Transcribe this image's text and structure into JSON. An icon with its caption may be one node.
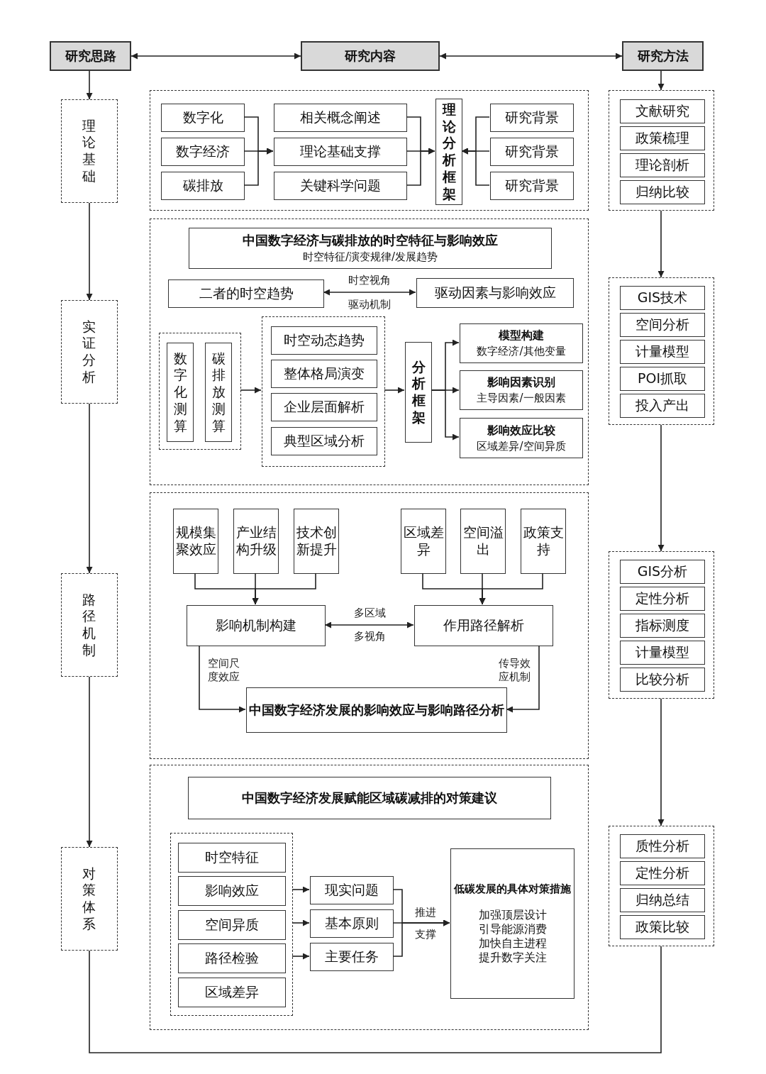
{
  "diagram": {
    "nodes": [
      {
        "text": [
          "研究思路"
        ]
      },
      {
        "text": [
          "研究内容"
        ]
      },
      {
        "text": [
          "研究方法"
        ]
      },
      {
        "text": [
          "理论基础"
        ]
      },
      {
        "text": [
          "实证分析"
        ]
      },
      {
        "text": [
          "路径机制"
        ]
      },
      {
        "text": [
          "对策体系"
        ]
      },
      {
        "text": [],
        "shape": "box"
      },
      {
        "text": [
          "数字化"
        ],
        "in": 7
      },
      {
        "text": [
          "数字经济"
        ],
        "in": 7
      },
      {
        "text": [
          "碳排放"
        ],
        "in": 7
      },
      {
        "text": [
          "相关概念阐述"
        ],
        "in": 7
      },
      {
        "text": [
          "理论基础支撑"
        ],
        "in": 7
      },
      {
        "text": [
          "关键科学问题"
        ],
        "in": 7
      },
      {
        "text": [
          "理论分析框架"
        ],
        "in": 7
      },
      {
        "text": [
          "研究背景"
        ],
        "in": 7
      },
      {
        "text": [
          "研究背景"
        ],
        "in": 7
      },
      {
        "text": [
          "研究背景"
        ],
        "in": 7
      },
      {
        "text": [],
        "shape": "box"
      },
      {
        "text": [
          "中国数字经济与碳排放的时空特征与影响效应",
          "时空特征/演变规律/发展趋势"
        ],
        "in": 18
      },
      {
        "text": [
          "二者的时空趋势"
        ],
        "in": 18
      },
      {
        "text": [
          "驱动因素与影响效应"
        ],
        "in": 18
      },
      {
        "text": [],
        "shape": "box",
        "in": 18
      },
      {
        "text": [
          "数字化测算"
        ],
        "in": 22
      },
      {
        "text": [
          "碳排放测算"
        ],
        "in": 22
      },
      {
        "text": [],
        "shape": "box",
        "in": 18
      },
      {
        "text": [
          "时空动态趋势"
        ],
        "in": 25
      },
      {
        "text": [
          "整体格局演变"
        ],
        "in": 25
      },
      {
        "text": [
          "企业层面解析"
        ],
        "in": 25
      },
      {
        "text": [
          "典型区域分析"
        ],
        "in": 25
      },
      {
        "text": [
          "分析框架"
        ],
        "in": 18
      },
      {
        "text": [
          "模型构建",
          "数字经济/其他变量"
        ],
        "in": 18
      },
      {
        "text": [
          "影响因素识别",
          "主导因素/一般因素"
        ],
        "in": 18
      },
      {
        "text": [
          "影响效应比较",
          "区域差异/空间异质"
        ],
        "in": 18
      },
      {
        "text": [],
        "shape": "box"
      },
      {
        "text": [
          "规模集聚效应"
        ],
        "in": 34
      },
      {
        "text": [
          "产业结构升级"
        ],
        "in": 34
      },
      {
        "text": [
          "技术创新提升"
        ],
        "in": 34
      },
      {
        "text": [
          "区域差异"
        ],
        "in": 34
      },
      {
        "text": [
          "空间溢出"
        ],
        "in": 34
      },
      {
        "text": [
          "政策支持"
        ],
        "in": 34
      },
      {
        "text": [
          "影响机制构建"
        ],
        "in": 34
      },
      {
        "text": [
          "作用路径解析"
        ],
        "in": 34
      },
      {
        "text": [
          "中国数字经济发展的影响效应与影响路径分析"
        ],
        "in": 34
      },
      {
        "text": [],
        "shape": "box"
      },
      {
        "text": [
          "中国数字经济发展赋能区域碳减排的对策建议"
        ],
        "in": 44
      },
      {
        "text": [],
        "shape": "box",
        "in": 44
      },
      {
        "text": [
          "时空特征"
        ],
        "in": 46
      },
      {
        "text": [
          "影响效应"
        ],
        "in": 46
      },
      {
        "text": [
          "空间异质"
        ],
        "in": 46
      },
      {
        "text": [
          "路径检验"
        ],
        "in": 46
      },
      {
        "text": [
          "区域差异"
        ],
        "in": 46
      },
      {
        "text": [
          "现实问题"
        ],
        "in": 44
      },
      {
        "text": [
          "基本原则"
        ],
        "in": 44
      },
      {
        "text": [
          "主要任务"
        ],
        "in": 44
      },
      {
        "text": [
          "低碳发展的具体对策措施",
          "加强顶层设计",
          "引导能源消费",
          "加快自主进程",
          "提升数字关注"
        ],
        "in": 44
      },
      {
        "text": [],
        "shape": "box"
      },
      {
        "text": [
          "文献研究"
        ],
        "in": 56
      },
      {
        "text": [
          "政策梳理"
        ],
        "in": 56
      },
      {
        "text": [
          "理论剖析"
        ],
        "in": 56
      },
      {
        "text": [
          "归纳比较"
        ],
        "in": 56
      },
      {
        "text": [],
        "shape": "box"
      },
      {
        "text": [
          "GIS技术"
        ],
        "in": 61
      },
      {
        "text": [
          "空间分析"
        ],
        "in": 61
      },
      {
        "text": [
          "计量模型"
        ],
        "in": 61
      },
      {
        "text": [
          "POI抓取"
        ],
        "in": 61
      },
      {
        "text": [
          "投入产出"
        ],
        "in": 61
      },
      {
        "text": [],
        "shape": "box"
      },
      {
        "text": [
          "GIS分析"
        ],
        "in": 67
      },
      {
        "text": [
          "定性分析"
        ],
        "in": 67
      },
      {
        "text": [
          "指标测度"
        ],
        "in": 67
      },
      {
        "text": [
          "计量模型"
        ],
        "in": 67
      },
      {
        "text": [
          "比较分析"
        ],
        "in": 67
      },
      {
        "text": [],
        "shape": "box"
      },
      {
        "text": [
          "质性分析"
        ],
        "in": 73
      },
      {
        "text": [
          "定性分析"
        ],
        "in": 73
      },
      {
        "text": [
          "归纳总结"
        ],
        "in": 73
      },
      {
        "text": [
          "政策比较"
        ],
        "in": 73
      }
    ],
    "edges": [
      {
        "from": 0,
        "to": 1,
        "arrow": "both"
      },
      {
        "from": 1,
        "to": 2,
        "arrow": "both"
      },
      {
        "from": 0,
        "to": 3,
        "arrow": "to"
      },
      {
        "from": 3,
        "to": 4,
        "arrow": "to"
      },
      {
        "from": 4,
        "to": 5,
        "arrow": "to"
      },
      {
        "from": 5,
        "to": 6,
        "arrow": "to"
      },
      {
        "from": 6,
        "to": 73,
        "arrow": "none"
      },
      {
        "from": 2,
        "to": 56,
        "arrow": "to"
      },
      {
        "from": 56,
        "to": 61,
        "arrow": "to"
      },
      {
        "from": 61,
        "to": 67,
        "arrow": "to"
      },
      {
        "from": 67,
        "to": 73,
        "arrow": "to"
      },
      {
        "from": 8,
        "to": 12,
        "arrow": "to"
      },
      {
        "from": 9,
        "to": 12,
        "arrow": "to"
      },
      {
        "from": 10,
        "to": 12,
        "arrow": "to"
      },
      {
        "from": 11,
        "to": 14,
        "arrow": "to"
      },
      {
        "from": 12,
        "to": 14,
        "arrow": "to"
      },
      {
        "from": 13,
        "to": 14,
        "arrow": "to"
      },
      {
        "from": 15,
        "to": 14,
        "arrow": "to"
      },
      {
        "from": 16,
        "to": 14,
        "arrow": "to"
      },
      {
        "from": 17,
        "to": 14,
        "arrow": "to"
      },
      {
        "from": 20,
        "to": 21,
        "arrow": "both",
        "label": "时空视角"
      },
      {
        "from": 22,
        "to": 25,
        "arrow": "to"
      },
      {
        "from": 25,
        "to": 30,
        "arrow": "to"
      },
      {
        "from": 30,
        "to": 31,
        "arrow": "to"
      },
      {
        "from": 30,
        "to": 32,
        "arrow": "to"
      },
      {
        "from": 30,
        "to": 33,
        "arrow": "to"
      },
      {
        "from": 35,
        "to": 41,
        "arrow": "to"
      },
      {
        "from": 36,
        "to": 41,
        "arrow": "to"
      },
      {
        "from": 37,
        "to": 41,
        "arrow": "to"
      },
      {
        "from": 38,
        "to": 42,
        "arrow": "to"
      },
      {
        "from": 39,
        "to": 42,
        "arrow": "to"
      },
      {
        "from": 40,
        "to": 42,
        "arrow": "to"
      },
      {
        "from": 41,
        "to": 42,
        "arrow": "both",
        "label": "多区域"
      },
      {
        "from": 41,
        "to": 43,
        "arrow": "to",
        "label": "空间尺度效应"
      },
      {
        "from": 42,
        "to": 43,
        "arrow": "to",
        "label": "传导效应机制"
      },
      {
        "from": 46,
        "to": 52,
        "arrow": "to"
      },
      {
        "from": 46,
        "to": 53,
        "arrow": "to"
      },
      {
        "from": 46,
        "to": 54,
        "arrow": "to"
      },
      {
        "from": 52,
        "to": 55,
        "arrow": "to"
      },
      {
        "from": 53,
        "to": 55,
        "arrow": "to",
        "label": "推进"
      },
      {
        "from": 54,
        "to": 55,
        "arrow": "to"
      }
    ],
    "labels": [
      "驱动机制",
      "多视角",
      "支撑"
    ]
  }
}
